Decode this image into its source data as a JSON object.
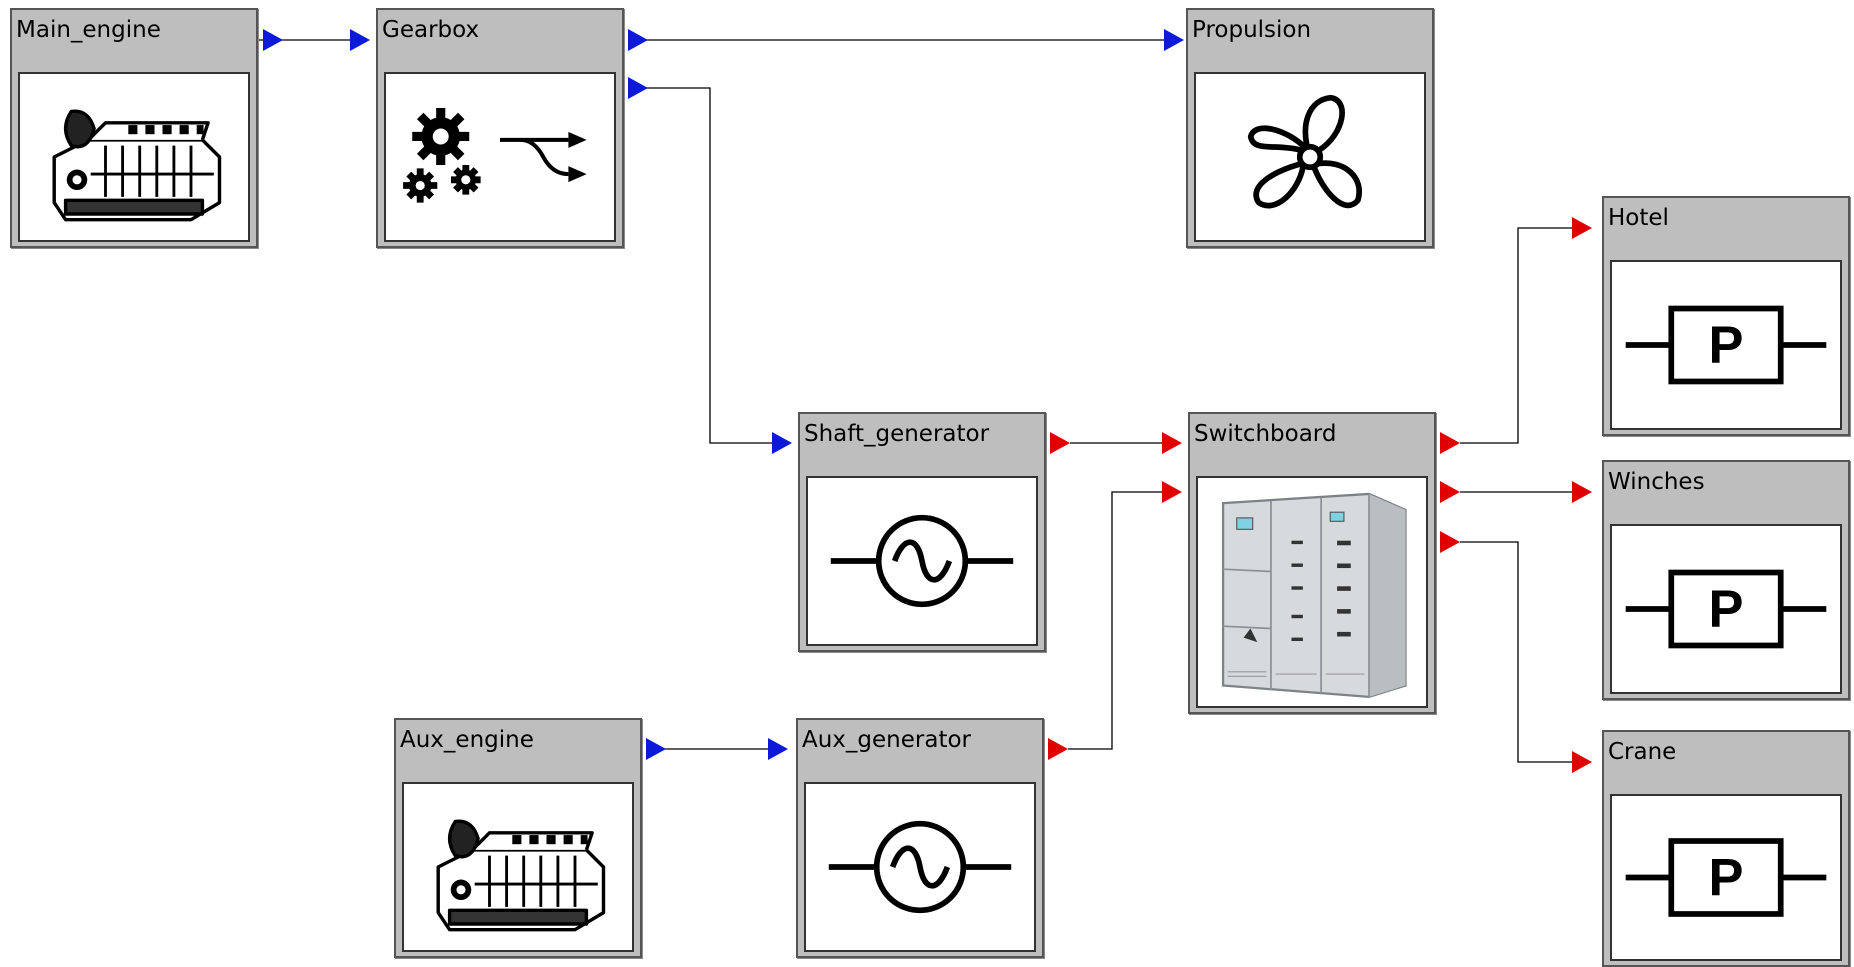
{
  "diagram": {
    "colors": {
      "mechanical_port": "#0a1ad8",
      "electrical_port": "#e00000",
      "block_header": "#bebebe",
      "wire": "#000000"
    },
    "blocks": [
      {
        "id": "main_engine",
        "title": "Main_engine",
        "icon": "engine-icon"
      },
      {
        "id": "gearbox",
        "title": "Gearbox",
        "icon": "gearbox-icon"
      },
      {
        "id": "propulsion",
        "title": "Propulsion",
        "icon": "propeller-icon"
      },
      {
        "id": "shaft_generator",
        "title": "Shaft_generator",
        "icon": "generator-icon"
      },
      {
        "id": "switchboard",
        "title": "Switchboard",
        "icon": "switchboard-icon"
      },
      {
        "id": "aux_engine",
        "title": "Aux_engine",
        "icon": "engine-icon"
      },
      {
        "id": "aux_generator",
        "title": "Aux_generator",
        "icon": "generator-icon"
      },
      {
        "id": "hotel",
        "title": "Hotel",
        "icon": "power-consumer-icon",
        "symbol_text": "P"
      },
      {
        "id": "winches",
        "title": "Winches",
        "icon": "power-consumer-icon",
        "symbol_text": "P"
      },
      {
        "id": "crane",
        "title": "Crane",
        "icon": "power-consumer-icon",
        "symbol_text": "P"
      }
    ],
    "connections": [
      {
        "from": "Main_engine",
        "to": "Gearbox",
        "type": "mechanical"
      },
      {
        "from": "Gearbox",
        "to": "Propulsion",
        "type": "mechanical"
      },
      {
        "from": "Gearbox",
        "to": "Shaft_generator",
        "type": "mechanical"
      },
      {
        "from": "Shaft_generator",
        "to": "Switchboard",
        "type": "electrical"
      },
      {
        "from": "Aux_engine",
        "to": "Aux_generator",
        "type": "mechanical"
      },
      {
        "from": "Aux_generator",
        "to": "Switchboard",
        "type": "electrical"
      },
      {
        "from": "Switchboard",
        "to": "Hotel",
        "type": "electrical"
      },
      {
        "from": "Switchboard",
        "to": "Winches",
        "type": "electrical"
      },
      {
        "from": "Switchboard",
        "to": "Crane",
        "type": "electrical"
      }
    ]
  }
}
